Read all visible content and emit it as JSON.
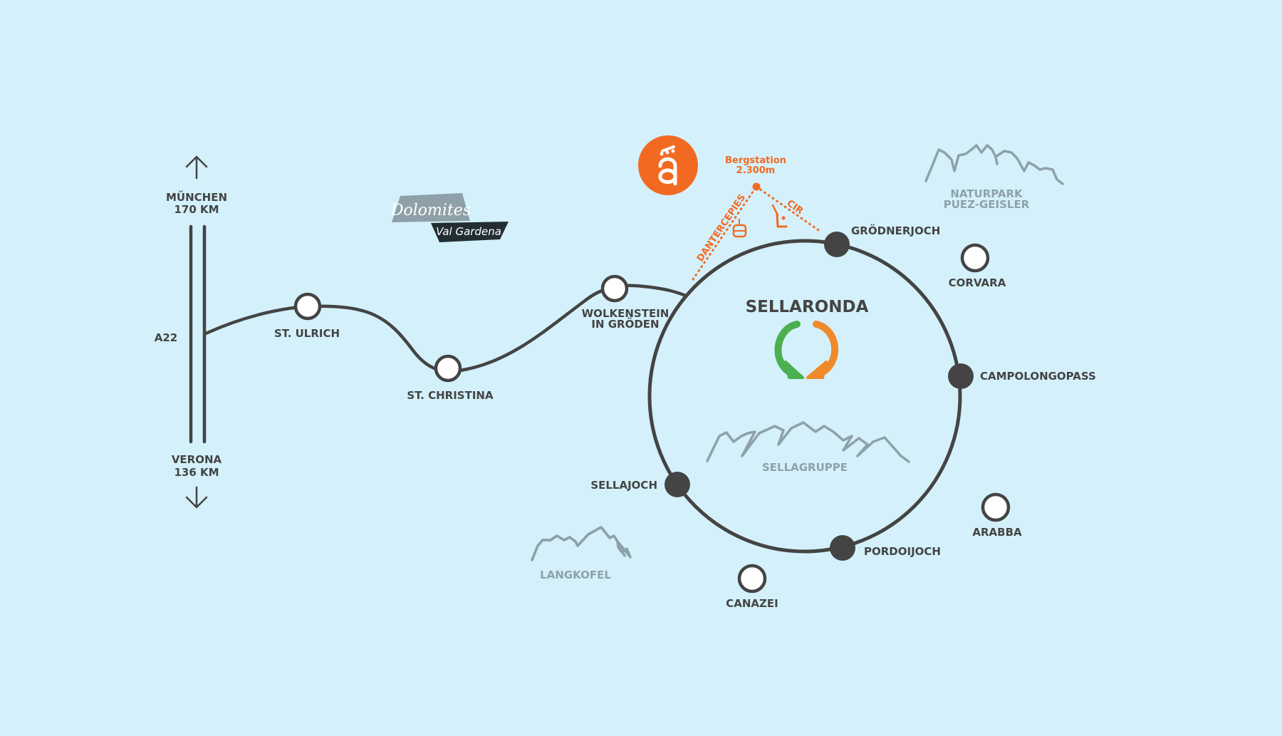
{
  "colors": {
    "background": "#d4f1fb",
    "road": "#444444",
    "mountain": "#8ea1a8",
    "accent": "#f26a21",
    "arrow_green": "#4caf50",
    "arrow_orange": "#ef8a2b"
  },
  "highway": {
    "name": "A22",
    "north": {
      "city": "MÜNCHEN",
      "distance": "170 KM",
      "icon": "arrow-up-icon"
    },
    "south": {
      "city": "VERONA",
      "distance": "136 KM",
      "icon": "arrow-down-icon"
    }
  },
  "brand": {
    "line1": "Dolomites",
    "line2": "Val Gardena"
  },
  "resort_logo": {
    "icon": "dantercepies-logo-icon"
  },
  "villages": {
    "st_ulrich": "ST. ULRICH",
    "st_christina": "ST. CHRISTINA",
    "wolkenstein_line1": "WOLKENSTEIN",
    "wolkenstein_line2": "IN GRÖDEN"
  },
  "sellaronda": {
    "title": "SELLARONDA",
    "passes": {
      "groednerjoch": "GRÖDNERJOCH",
      "campolongopass": "CAMPOLONGOPASS",
      "pordoijoch": "PORDOIJOCH",
      "sellajoch": "SELLAJOCH"
    },
    "towns": {
      "corvara": "CORVARA",
      "arabba": "ARABBA",
      "canazei": "CANAZEI"
    }
  },
  "mountains": {
    "sellagruppe": "SELLAGRUPPE",
    "langkofel": "LANGKOFEL",
    "naturpark_line1": "NATURPARK",
    "naturpark_line2": "PUEZ-GEISLER"
  },
  "lifts": {
    "station_line1": "Bergstation",
    "station_line2": "2.300m",
    "gondola": "DANTERCEPIES",
    "chairlift": "CIR"
  }
}
